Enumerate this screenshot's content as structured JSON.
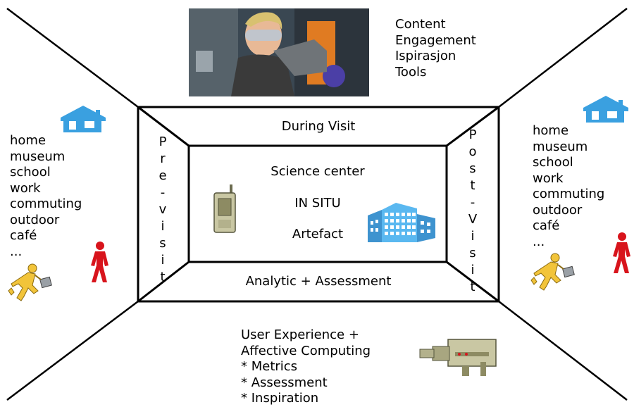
{
  "top_features": [
    "Content",
    "Engagement",
    "Ispirasjon",
    "Tools"
  ],
  "left_locations": [
    "home",
    "museum",
    "school",
    "work",
    "commuting",
    "outdoor",
    "café",
    "..."
  ],
  "right_locations": [
    "home",
    "museum",
    "school",
    "work",
    "commuting",
    "outdoor",
    "café",
    "..."
  ],
  "frame": {
    "top_label": "During Visit",
    "bottom_label": "Analytic + Assessment",
    "left_label": "Pre-visit",
    "right_label": "Post-Visit"
  },
  "center": {
    "line1": "Science center",
    "line2": "IN SITU",
    "line3": "Artefact"
  },
  "bottom_text": [
    "User Experience +",
    "Affective Computing",
    "* Metrics",
    "* Assessment",
    "* Inspiration"
  ],
  "colors": {
    "house": "#3aa0e0",
    "building": "#5ab8f0",
    "person_red": "#d8141c",
    "person_yellow": "#f2c43a"
  },
  "icons": [
    "photo-visitor",
    "house-icon",
    "walking-person-icon",
    "running-person-icon",
    "mobile-phone-icon",
    "office-building-icon",
    "video-camera-icon"
  ]
}
